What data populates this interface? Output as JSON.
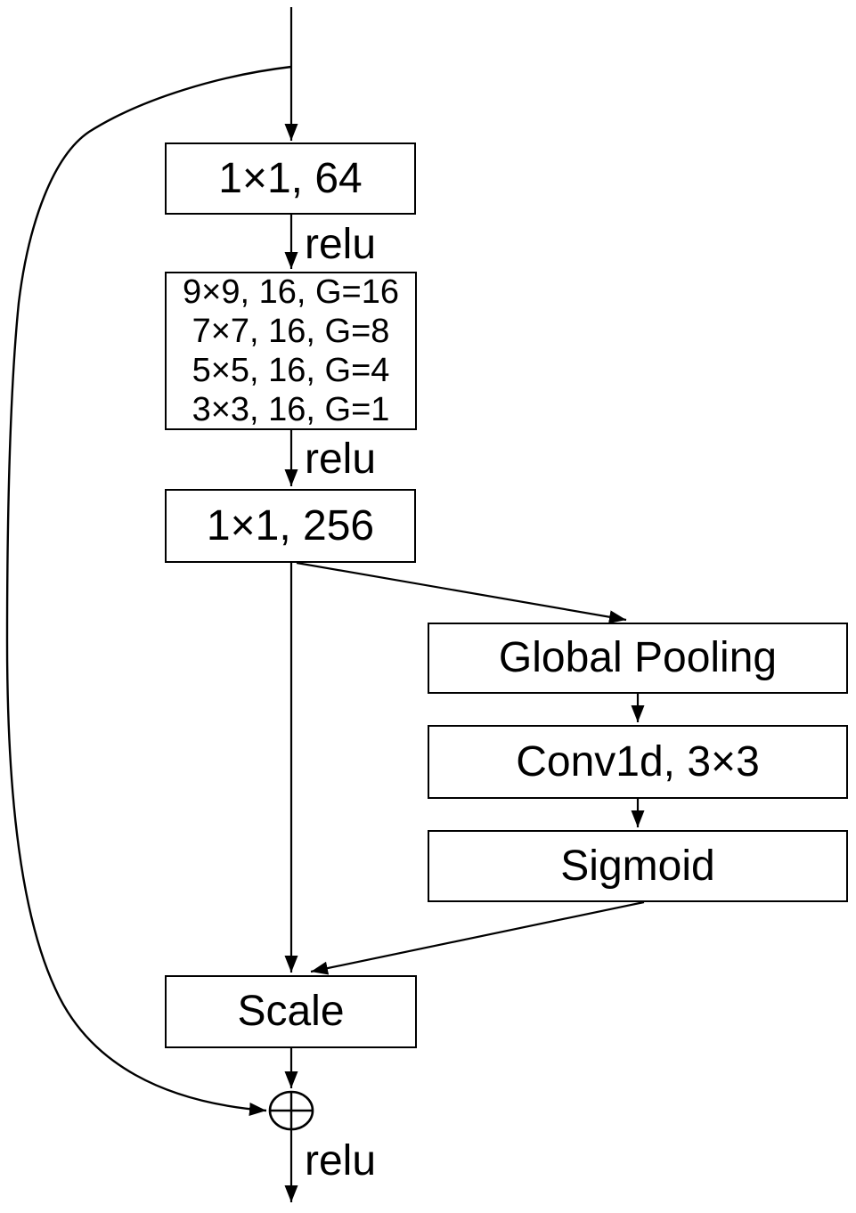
{
  "diagram": {
    "nodes": {
      "conv1": "1×1, 64",
      "msconv_lines": [
        "9×9, 16, G=16",
        "7×7, 16, G=8",
        "5×5, 16, G=4",
        "3×3, 16, G=1"
      ],
      "conv2": "1×1, 256",
      "global_pooling": "Global Pooling",
      "conv1d": "Conv1d, 3×3",
      "sigmoid": "Sigmoid",
      "scale": "Scale"
    },
    "labels": {
      "relu_after_conv1": "relu",
      "relu_after_msconv": "relu",
      "relu_after_add": "relu"
    },
    "operators": {
      "add": "⊕"
    },
    "colors": {
      "stroke": "#000000",
      "background": "#ffffff",
      "node_fill": "#ffffff"
    }
  }
}
